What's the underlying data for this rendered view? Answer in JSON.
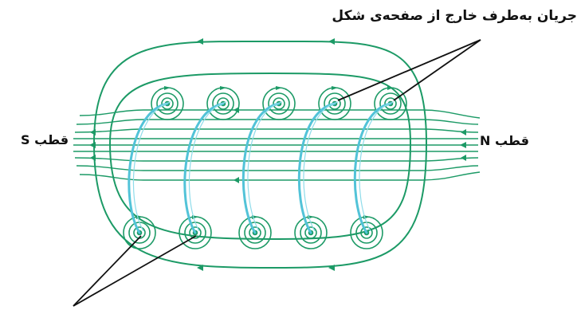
{
  "labels": {
    "current_out_of_page": "جریان به‌طرف خارج از صفحه‌ی شکل",
    "south_pole": "قطب S",
    "north_pole": "قطب N"
  },
  "colors": {
    "field_line": "#1c9a66",
    "coil_wire": "#52c3d8",
    "pointer": "#111111",
    "text": "#111111",
    "background": "#ffffff"
  }
}
